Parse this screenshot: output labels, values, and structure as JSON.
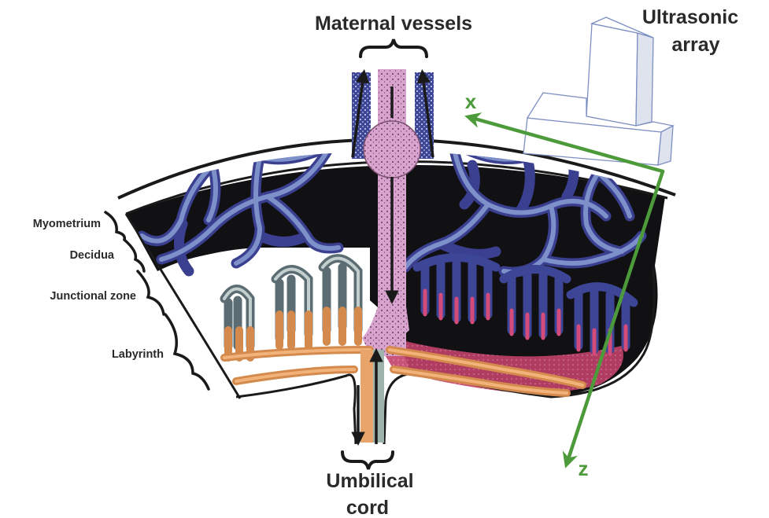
{
  "labels": {
    "maternal_vessels": "Maternal vessels",
    "ultrasonic_line1": "Ultrasonic",
    "ultrasonic_line2": "array",
    "axis_x": "x",
    "axis_z": "z",
    "umbilical_line1": "Umbilical",
    "umbilical_line2": "cord",
    "myometrium": "Myometrium",
    "decidua": "Decidua",
    "junctional_zone": "Junctional zone",
    "labyrinth": "Labyrinth"
  },
  "colors": {
    "maternal_vein_blue": "#3a3f8f",
    "maternal_artery_pink": "#d79bcc",
    "placenta_black": "#111114",
    "labyrinth_red": "#c13a63",
    "fetal_orange": "#e8a46a",
    "axis_green": "#4c9a3a",
    "text": "#2a2a2a"
  }
}
